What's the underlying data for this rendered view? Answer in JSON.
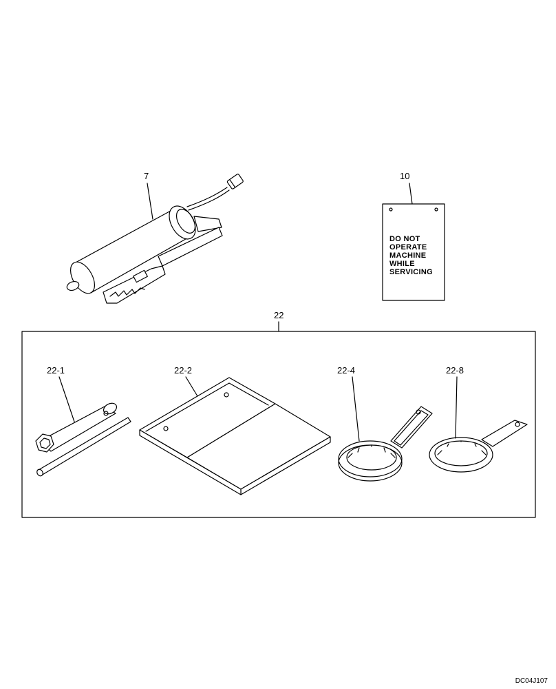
{
  "callouts": {
    "grease_gun": "7",
    "warning_tag": "10",
    "tool_kit": "22",
    "socket_wrench": "22-1",
    "storage_pouch": "22-2",
    "spanner_large": "22-4",
    "spanner_small": "22-8"
  },
  "warning_tag": {
    "lines": [
      "DO NOT",
      "OPERATE",
      "MACHINE",
      "WHILE",
      "SERVICING"
    ]
  },
  "reference_code": "DC04J107"
}
